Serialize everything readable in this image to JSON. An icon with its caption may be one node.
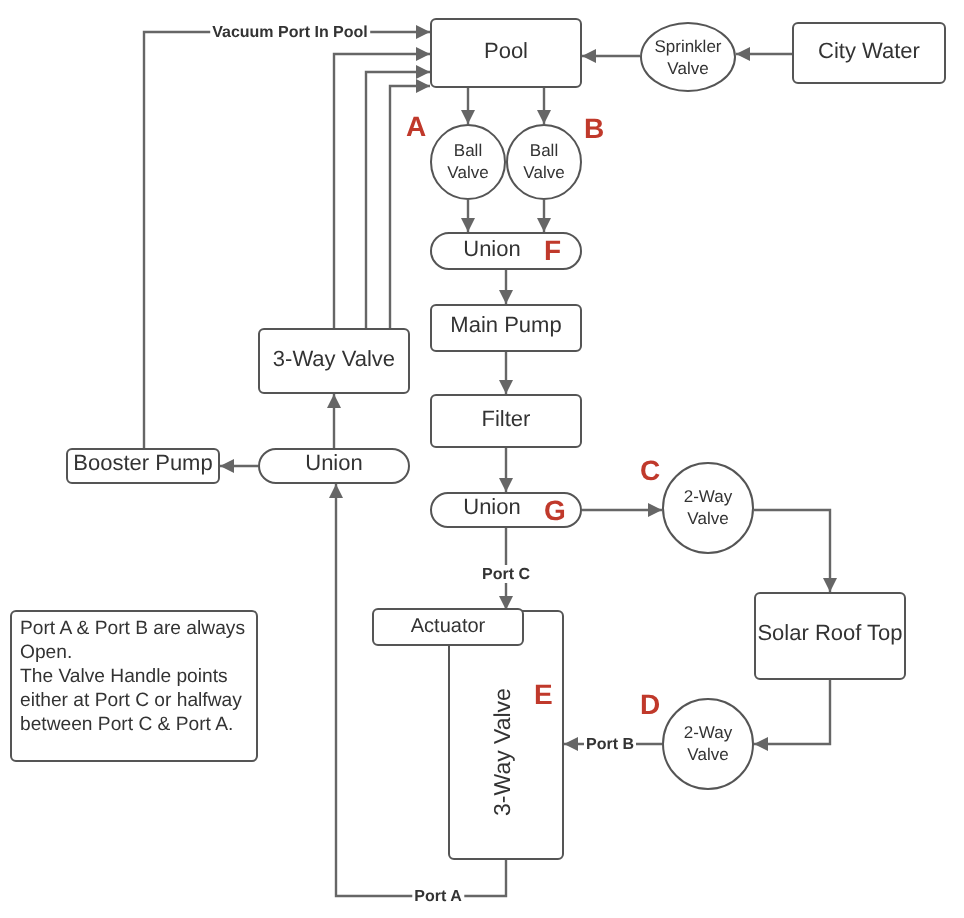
{
  "diagram": {
    "nodes": [
      {
        "text": [
          "Pool"
        ]
      },
      {
        "text": [
          "Sprinkler Valve"
        ]
      },
      {
        "text": [
          "City Water"
        ]
      },
      {
        "text": [
          "Ball Valve"
        ],
        "beside": [
          "A"
        ]
      },
      {
        "text": [
          "Ball Valve"
        ],
        "beside": [
          "B"
        ]
      },
      {
        "text": [
          "Union",
          "F"
        ]
      },
      {
        "text": [
          "Main Pump"
        ]
      },
      {
        "text": [
          "3-Way Valve"
        ]
      },
      {
        "text": [
          "Filter"
        ]
      },
      {
        "text": [
          "Booster Pump"
        ]
      },
      {
        "text": [
          "Union"
        ]
      },
      {
        "text": [
          "Union",
          "G"
        ]
      },
      {
        "text": [
          "2-Way Valve"
        ],
        "beside": [
          "C"
        ]
      },
      {
        "text": [
          "Solar Roof Top"
        ]
      },
      {
        "text": [
          "Actuator"
        ]
      },
      {
        "text": [
          "3-Way Valve",
          "E"
        ]
      },
      {
        "text": [
          "2-Way Valve"
        ],
        "beside": [
          "D"
        ]
      },
      {
        "text": [
          "Port A & Port B are always Open.",
          "The Valve Handle points either at Port C or halfway between Port C & Port A."
        ]
      }
    ],
    "edges": [
      {
        "from": 0,
        "to": 3,
        "arrow": "to"
      },
      {
        "from": 0,
        "to": 4,
        "arrow": "to"
      },
      {
        "from": 3,
        "to": 5,
        "arrow": "to"
      },
      {
        "from": 4,
        "to": 5,
        "arrow": "to"
      },
      {
        "from": 5,
        "to": 6,
        "arrow": "to"
      },
      {
        "from": 6,
        "to": 8,
        "arrow": "to"
      },
      {
        "from": 8,
        "to": 11,
        "arrow": "to"
      },
      {
        "from": 11,
        "to": 12,
        "arrow": "to"
      },
      {
        "from": 12,
        "to": 13,
        "arrow": "to"
      },
      {
        "from": 13,
        "to": 16,
        "arrow": "to"
      },
      {
        "from": 16,
        "to": 15,
        "arrow": "to",
        "label": "Port B"
      },
      {
        "from": 11,
        "to": 15,
        "arrow": "to",
        "label": "Port C"
      },
      {
        "from": 15,
        "to": 10,
        "arrow": "to",
        "label": "Port A"
      },
      {
        "from": 10,
        "to": 9,
        "arrow": "to"
      },
      {
        "from": 10,
        "to": 7,
        "arrow": "to"
      },
      {
        "from": 7,
        "to": 0,
        "arrow": "to"
      },
      {
        "from": 7,
        "to": 0,
        "arrow": "to"
      },
      {
        "from": 7,
        "to": 0,
        "arrow": "to"
      },
      {
        "from": 9,
        "to": 0,
        "arrow": "to",
        "label": "Vacuum Port In Pool"
      },
      {
        "from": 2,
        "to": 1,
        "arrow": "to"
      },
      {
        "from": 1,
        "to": 0,
        "arrow": "to"
      }
    ]
  }
}
